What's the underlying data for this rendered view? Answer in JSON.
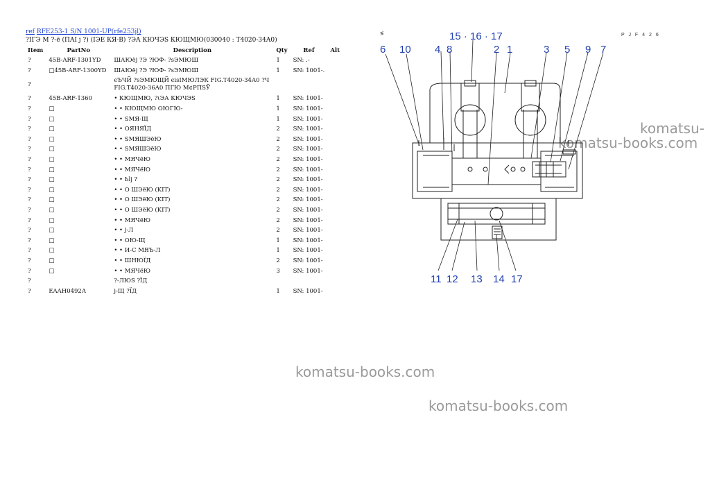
{
  "header": {
    "ref_link": "ref",
    "model_link": "RFE253-1 S/N 1001-UP(rfe253jl)",
    "title": "?ΙΓЭ М ?-ё (ΠΑΙ j ?) (ΙЭЕ КЯ-В) ?ЭΑ КЮЧЭS КЮЩМЮ(030040 : T4020-34A0)"
  },
  "table": {
    "columns": [
      "Item",
      "PartNo",
      "Description",
      "Qty",
      "Ref",
      "Alt"
    ],
    "rows": [
      {
        "item": "?",
        "part": "45B-ARF-1301YD",
        "desc": "ШАЮёj ?Э ?ЮФ- ?sЭМЮШ",
        "qty": "1",
        "ref": "SN: .-",
        "alt": ""
      },
      {
        "item": "?",
        "part": "□45B-ARF-1300YD",
        "desc": "ШАЮёj ?Э ?ЮФ- ?sЭМЮШ",
        "qty": "1",
        "ref": "SN: 1001-.",
        "alt": ""
      },
      {
        "item": "?",
        "part": "",
        "desc": "єЪЧЙ ?sЭМЮЩЙ єisIМЮЛЭК FIG.T4020-34A0 ?Ч FIG.T4020-36A0 ПГЮ М¢РПSЎ",
        "qty": "",
        "ref": "",
        "alt": "",
        "multi": true
      },
      {
        "item": "?",
        "part": "45B-ARF-1360",
        "desc": "• КЮЩМЮ, ?ιЭА КЮЧЭS",
        "qty": "1",
        "ref": "SN: 1001-",
        "alt": ""
      },
      {
        "item": "?",
        "part": "□",
        "desc": "• • КЮЩМЮ ОЮГЮ-",
        "qty": "1",
        "ref": "SN: 1001-",
        "alt": ""
      },
      {
        "item": "?",
        "part": "□",
        "desc": "• • SМЯ-Щ",
        "qty": "1",
        "ref": "SN: 1001-",
        "alt": ""
      },
      {
        "item": "?",
        "part": "□",
        "desc": "• • ОЯНЯЇД",
        "qty": "2",
        "ref": "SN: 1001-",
        "alt": ""
      },
      {
        "item": "?",
        "part": "□",
        "desc": "• • SМЯШЭёЮ",
        "qty": "2",
        "ref": "SN: 1001-",
        "alt": ""
      },
      {
        "item": "?",
        "part": "□",
        "desc": "• • SМЯШЭёЮ",
        "qty": "2",
        "ref": "SN: 1001-",
        "alt": ""
      },
      {
        "item": "?",
        "part": "□",
        "desc": "• • МЯЧёЮ",
        "qty": "2",
        "ref": "SN: 1001-",
        "alt": ""
      },
      {
        "item": "?",
        "part": "□",
        "desc": "• • МЯЧёЮ",
        "qty": "2",
        "ref": "SN: 1001-",
        "alt": ""
      },
      {
        "item": "?",
        "part": "□",
        "desc": "• • Ьlj ?",
        "qty": "2",
        "ref": "SN: 1001-",
        "alt": ""
      },
      {
        "item": "?",
        "part": "□",
        "desc": "• • О ШЭёЮ (KIT)",
        "qty": "2",
        "ref": "SN: 1001-",
        "alt": ""
      },
      {
        "item": "?",
        "part": "□",
        "desc": "• • О ШЭёЮ (KIT)",
        "qty": "2",
        "ref": "SN: 1001-",
        "alt": ""
      },
      {
        "item": "?",
        "part": "□",
        "desc": "• • О ШЭёЮ (KIT)",
        "qty": "2",
        "ref": "SN: 1001-",
        "alt": ""
      },
      {
        "item": "?",
        "part": "□",
        "desc": "• • МЯЧёЮ",
        "qty": "2",
        "ref": "SN: 1001-",
        "alt": ""
      },
      {
        "item": "?",
        "part": "□",
        "desc": "• • j-Л",
        "qty": "2",
        "ref": "SN: 1001-",
        "alt": ""
      },
      {
        "item": "?",
        "part": "□",
        "desc": "• • ОЮ-Щ",
        "qty": "1",
        "ref": "SN: 1001-",
        "alt": ""
      },
      {
        "item": "?",
        "part": "□",
        "desc": "• • И-С МЯЪ-Л",
        "qty": "1",
        "ref": "SN: 1001-",
        "alt": ""
      },
      {
        "item": "?",
        "part": "□",
        "desc": "• • ШНЮЇД",
        "qty": "2",
        "ref": "SN: 1001-",
        "alt": ""
      },
      {
        "item": "?",
        "part": "□",
        "desc": "• • МЯЧёЮ",
        "qty": "3",
        "ref": "SN: 1001-",
        "alt": ""
      },
      {
        "item": "?",
        "part": "",
        "desc": "?-ЛЮS ?ЇД",
        "qty": "",
        "ref": "",
        "alt": ""
      },
      {
        "item": "?",
        "part": "EAAH0492A",
        "desc": "j-Щ ?ЇД",
        "qty": "1",
        "ref": "SN: 1001-",
        "alt": ""
      }
    ]
  },
  "diagram": {
    "corner_left": "≶",
    "corner_right": "P J F 4 2 6",
    "top_labels": [
      "15 · 16 · 17",
      "6",
      "10",
      "4",
      "8",
      "2",
      "1",
      "3",
      "5",
      "9",
      "7"
    ],
    "bottom_labels": [
      "11",
      "12",
      "13",
      "14",
      "17"
    ],
    "colors": {
      "callout": "#1f3fb0",
      "line": "#222222"
    }
  },
  "watermarks": [
    "komatsu-",
    "komatsu-books.com",
    "komatsu-books.com",
    "komatsu-books.com"
  ]
}
